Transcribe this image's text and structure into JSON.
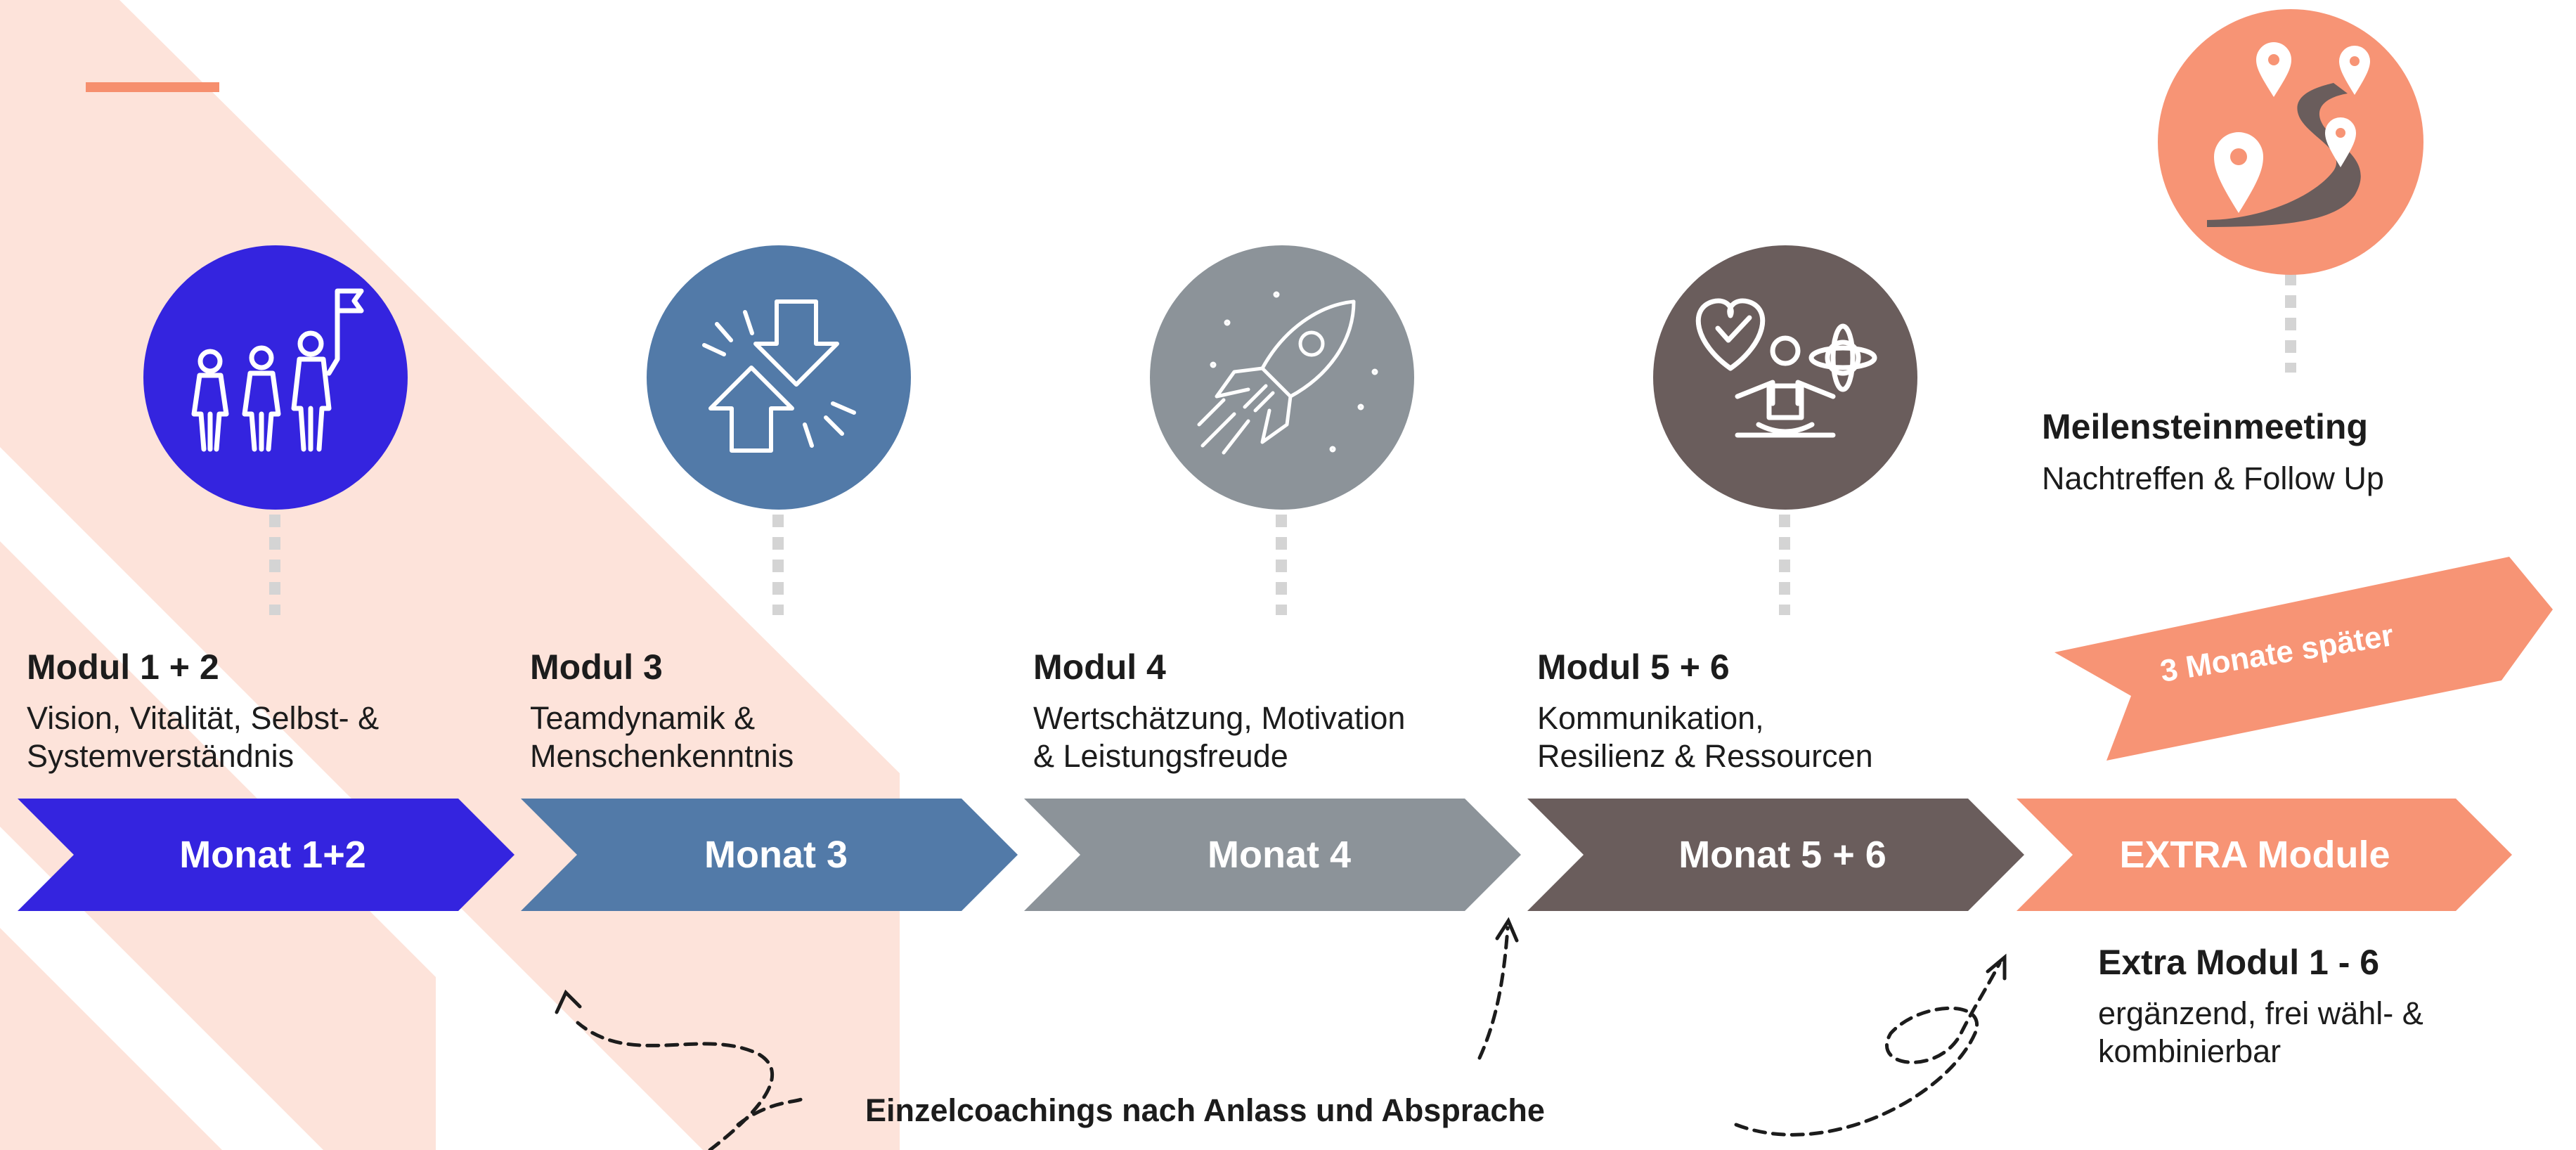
{
  "colors": {
    "background_stripes": "#fde3da",
    "accent_line": "#f68f6e",
    "step1": "#3424df",
    "step2": "#527aa8",
    "step3": "#8c9399",
    "step4": "#6a5d5c",
    "extra": "#f79475",
    "connector": "#d4d4d4",
    "text": "#1c1c1c"
  },
  "modules": [
    {
      "icon": "team-leading-flag-icon",
      "title": "Modul 1 + 2",
      "desc": [
        "Vision, Vitalität, Selbst- &",
        "Systemverständnis"
      ],
      "step": "Monat 1+2"
    },
    {
      "icon": "converging-arrows-icon",
      "title": "Modul 3",
      "desc": [
        "Teamdynamik &",
        "Menschenkenntnis"
      ],
      "step": "Monat 3"
    },
    {
      "icon": "rocket-icon",
      "title": "Modul 4",
      "desc": [
        "Wertschätzung, Motivation",
        "& Leistungsfreude"
      ],
      "step": "Monat 4"
    },
    {
      "icon": "heart-meditation-balance-icon",
      "title": "Modul 5 + 6",
      "desc": [
        "Kommunikation,",
        "Resilienz & Ressourcen"
      ],
      "step": "Monat 5 + 6"
    }
  ],
  "extra": {
    "step": "EXTRA Module",
    "title": "Extra Modul 1 - 6",
    "desc": [
      "ergänzend, frei wähl- &",
      "kombinierbar"
    ]
  },
  "milestone": {
    "icon": "road-map-pins-icon",
    "title": "Meilensteinmeeting",
    "desc": "Nachtreffen & Follow Up",
    "banner": "3 Monate später"
  },
  "coaching_note": "Einzelcoachings nach Anlass und Absprache"
}
